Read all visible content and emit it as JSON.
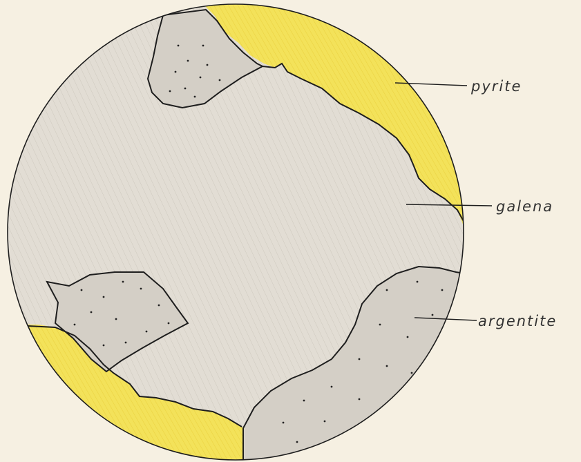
{
  "diagram": {
    "labels": {
      "pyrite": "pyrite",
      "galena": "galena",
      "argentite": "argentite"
    },
    "colors": {
      "paper": "#f6f0e2",
      "galena": "#e2ddd4",
      "pyrite": "#f3e25a",
      "argentite": "#d4cfc6",
      "outline": "#1e1e1e"
    }
  }
}
